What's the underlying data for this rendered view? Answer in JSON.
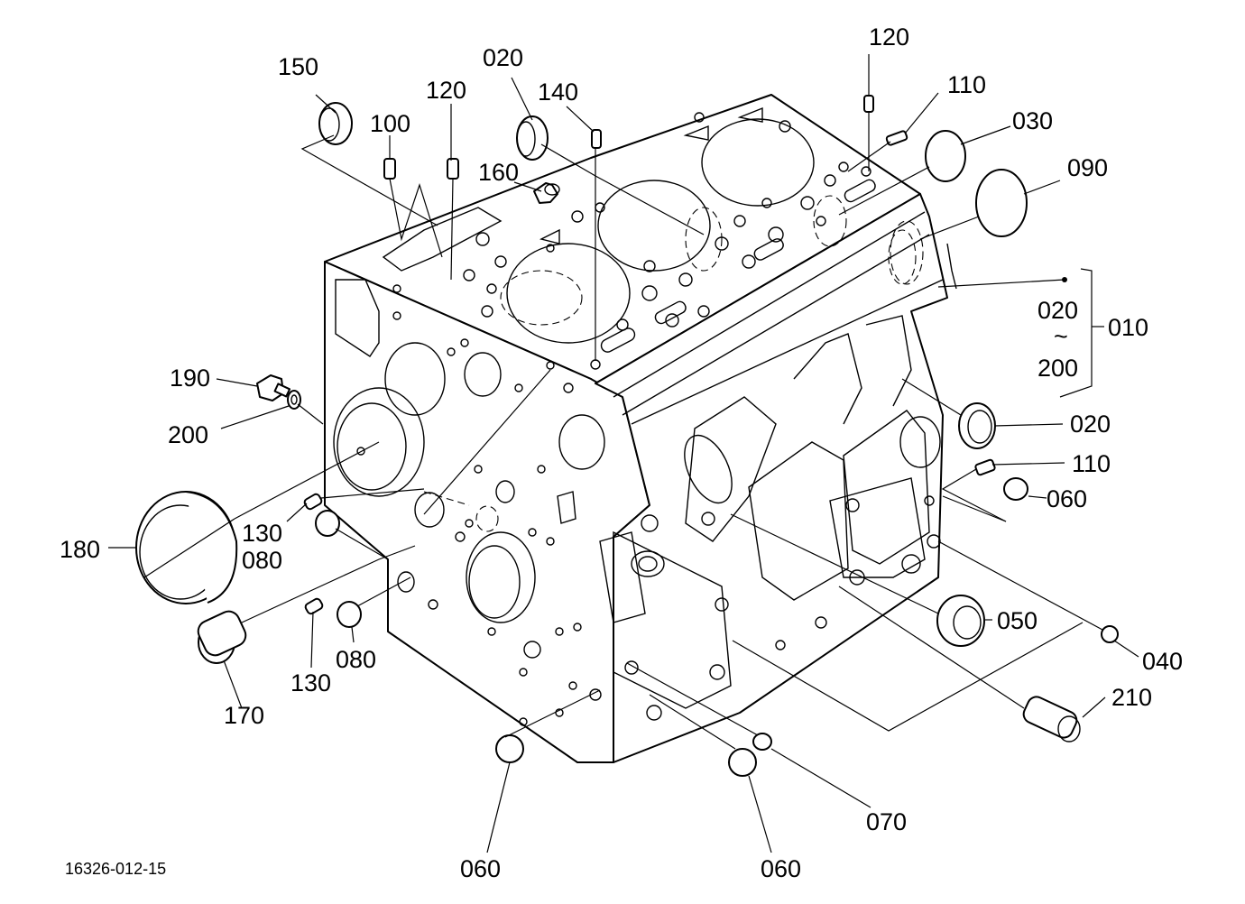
{
  "reference_code": "16326-012-15",
  "range_bracket": {
    "from": "020",
    "tilde": "~",
    "to": "200",
    "assembly": "010"
  },
  "callouts": {
    "c150": "150",
    "c100": "100",
    "c120a": "120",
    "c020a": "020",
    "c140": "140",
    "c160": "160",
    "c120b": "120",
    "c110a": "110",
    "c030": "030",
    "c090": "090",
    "c190": "190",
    "c200": "200",
    "c020b": "020",
    "c110b": "110",
    "c060a": "060",
    "c180": "180",
    "c130a": "130",
    "c080a": "080",
    "c050": "050",
    "c040": "040",
    "c080b": "080",
    "c130b": "130",
    "c210": "210",
    "c170": "170",
    "c070": "070",
    "c060b": "060",
    "c060c": "060"
  }
}
